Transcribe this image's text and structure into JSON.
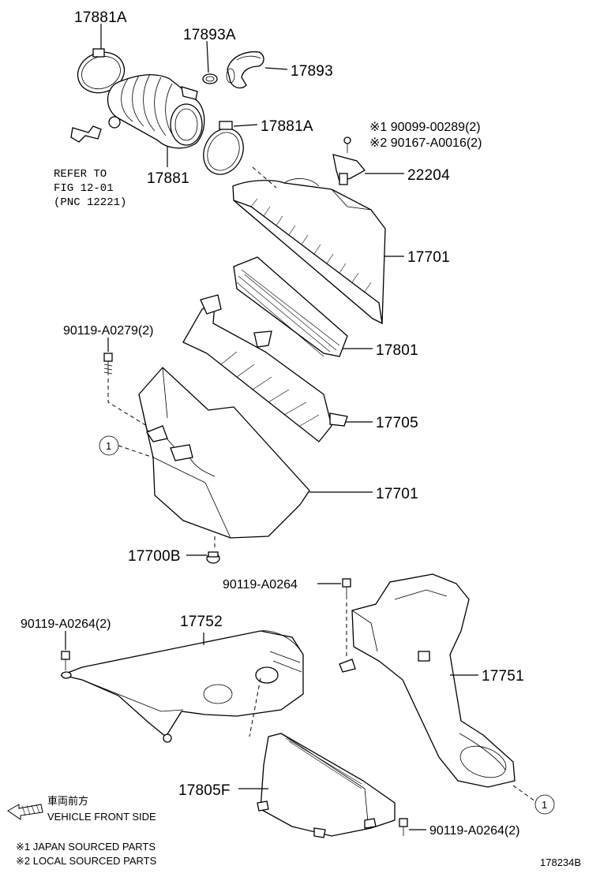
{
  "labels": {
    "p17881A_top": "17881A",
    "p17893A": "17893A",
    "p17893": "17893",
    "p17881A_mid": "17881A",
    "note1_code": "※1  90099-00289(2)",
    "note2_code": "※2  90167-A0016(2)",
    "p22204": "22204",
    "p17881": "17881",
    "refer_line1": "REFER TO",
    "refer_line2": "FIG 12-01",
    "refer_line3": "(PNC 12221)",
    "p17701_top": "17701",
    "p17801": "17801",
    "p90119_A0279": "90119-A0279(2)",
    "p17705": "17705",
    "p17701_bottom": "17701",
    "p17700B": "17700B",
    "p90119_A0264_single": "90119-A0264",
    "p17752": "17752",
    "p90119_A0264_left": "90119-A0264(2)",
    "p17751": "17751",
    "p17805F": "17805F",
    "p90119_A0264_bottom": "90119-A0264(2)",
    "ref_marker_left": "1",
    "ref_marker_right": "1"
  },
  "legend": {
    "front_jp": "車両前方",
    "front_en": "VEHICLE FRONT SIDE",
    "note1": "※1 JAPAN SOURCED PARTS",
    "note2": "※2 LOCAL SOURCED PARTS"
  },
  "figure_id": "178234B",
  "colors": {
    "ink": "#000000",
    "paper": "#ffffff"
  }
}
